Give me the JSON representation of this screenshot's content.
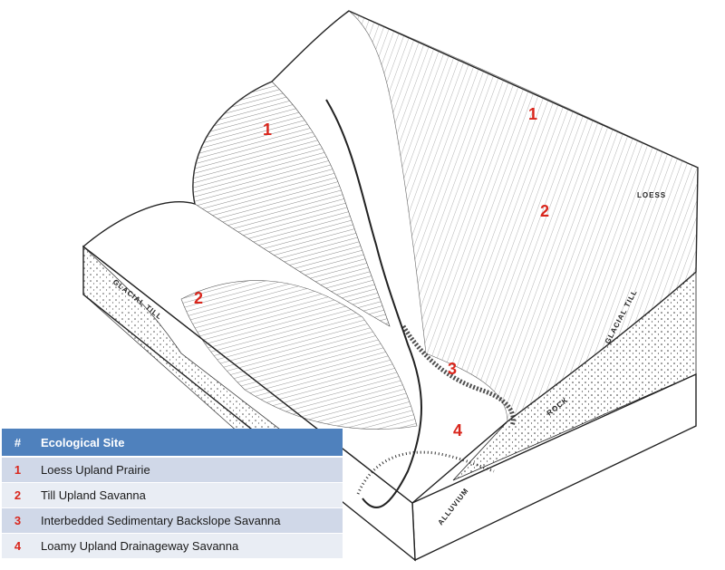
{
  "sites_on_map": [
    {
      "id": "map-label-1-west",
      "number": "1"
    },
    {
      "id": "map-label-1-east",
      "number": "1"
    },
    {
      "id": "map-label-2-east",
      "number": "2"
    },
    {
      "id": "map-label-2-west",
      "number": "2"
    },
    {
      "id": "map-label-3",
      "number": "3"
    },
    {
      "id": "map-label-4",
      "number": "4"
    }
  ],
  "geology_labels": {
    "loess": "LOESS",
    "glacial_till_west": "GLACIAL TILL",
    "glacial_till_east": "GLACIAL TILL",
    "rock": "ROCK",
    "alluvium": "ALLUVIUM"
  },
  "legend": {
    "header_number": "#",
    "header_site": "Ecological Site",
    "rows": [
      {
        "number": "1",
        "site": "Loess Upland Prairie"
      },
      {
        "number": "2",
        "site": "Till Upland Savanna"
      },
      {
        "number": "3",
        "site": "Interbedded Sedimentary Backslope Savanna"
      },
      {
        "number": "4",
        "site": "Loamy Upland Drainageway Savanna"
      }
    ]
  },
  "colors": {
    "site_number": "#d9261c",
    "legend_header": "#4f81bd",
    "legend_row_odd": "#d0d8e8",
    "legend_row_even": "#e9edf4"
  }
}
